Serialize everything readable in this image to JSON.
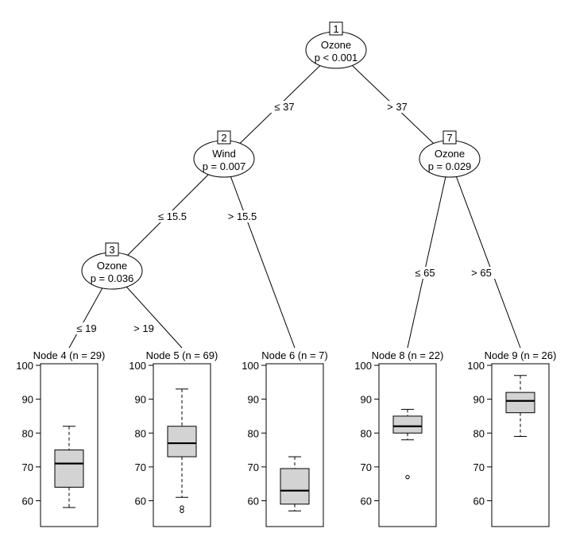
{
  "inner_nodes": [
    {
      "id": "1",
      "variable": "Ozone",
      "p_label": "p < 0.001"
    },
    {
      "id": "2",
      "variable": "Wind",
      "p_label": "p = 0.007"
    },
    {
      "id": "3",
      "variable": "Ozone",
      "p_label": "p = 0.036"
    },
    {
      "id": "7",
      "variable": "Ozone",
      "p_label": "p = 0.029"
    }
  ],
  "edges": [
    {
      "from": "1",
      "to": "2",
      "label": "≤ 37"
    },
    {
      "from": "1",
      "to": "7",
      "label": "> 37"
    },
    {
      "from": "2",
      "to": "3",
      "label": "≤ 15.5"
    },
    {
      "from": "2",
      "to": "6",
      "label": "> 15.5"
    },
    {
      "from": "3",
      "to": "4",
      "label": "≤ 19"
    },
    {
      "from": "3",
      "to": "5",
      "label": "> 19"
    },
    {
      "from": "7",
      "to": "8",
      "label": "≤ 65"
    },
    {
      "from": "7",
      "to": "9",
      "label": "> 65"
    }
  ],
  "axis": {
    "min": 60,
    "max": 100,
    "ticks": [
      60,
      70,
      80,
      90,
      100
    ]
  },
  "terminal_nodes": [
    {
      "id": "4",
      "title": "Node 4 (n = 29)",
      "min": 58,
      "q1": 64,
      "median": 71,
      "q3": 75,
      "max": 82,
      "outliers": []
    },
    {
      "id": "5",
      "title": "Node 5 (n = 69)",
      "min": 61,
      "q1": 73,
      "median": 77,
      "q3": 82,
      "max": 93,
      "outliers": [
        57,
        58
      ]
    },
    {
      "id": "6",
      "title": "Node 6 (n = 7)",
      "min": 57,
      "q1": 59,
      "median": 63,
      "q3": 69.5,
      "max": 73,
      "outliers": []
    },
    {
      "id": "8",
      "title": "Node 8 (n = 22)",
      "min": 78,
      "q1": 80,
      "median": 82,
      "q3": 85,
      "max": 87,
      "outliers": [
        67
      ]
    },
    {
      "id": "9",
      "title": "Node 9 (n = 26)",
      "min": 79,
      "q1": 86,
      "median": 89.5,
      "q3": 92,
      "max": 97,
      "outliers": []
    }
  ]
}
